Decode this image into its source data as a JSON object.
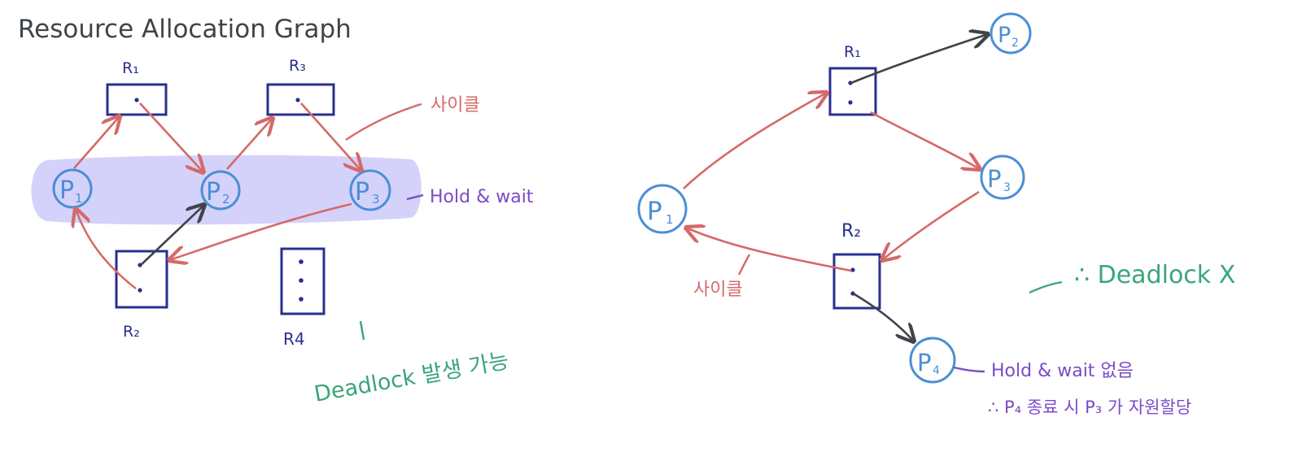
{
  "title": "Resource  Allocation  Graph",
  "colors": {
    "blue": "#4a8fd6",
    "navy": "#2a2f8f",
    "red": "#d46a68",
    "dark": "#3f4448",
    "purple": "#7a4bc8",
    "green": "#3aa67a",
    "highlight": "#d2d0fa"
  },
  "left": {
    "resources": {
      "r1": "R₁",
      "r2": "R₂",
      "r3": "R₃",
      "r4": "R4"
    },
    "processes": {
      "p1": "P",
      "p1_sub": "1",
      "p2": "P",
      "p2_sub": "2",
      "p3": "P",
      "p3_sub": "3"
    },
    "cycle_label": "사이클",
    "hold_wait_label": "Hold & wait",
    "conclusion": "Deadlock 발생 가능"
  },
  "right": {
    "resources": {
      "r1": "R₁",
      "r2": "R₂"
    },
    "processes": {
      "p1": "P",
      "p1_sub": "1",
      "p2": "P",
      "p2_sub": "2",
      "p3": "P",
      "p3_sub": "3",
      "p4": "P",
      "p4_sub": "4"
    },
    "cycle_label": "사이클",
    "hold_wait_label": "Hold & wait 없음",
    "note": "∴ P₄ 종료 시 P₃ 가 자원할당",
    "conclusion": "∴ Deadlock X"
  }
}
